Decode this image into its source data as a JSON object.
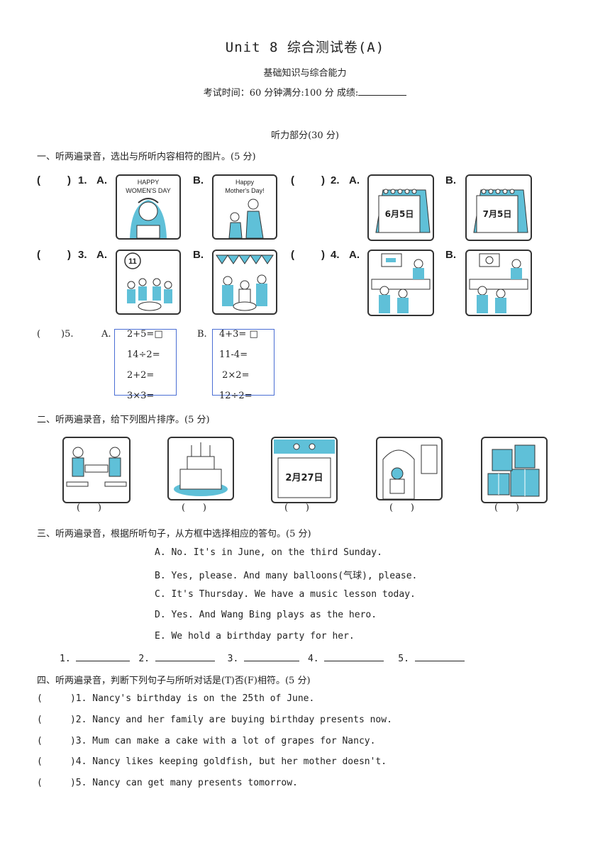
{
  "header": {
    "title": "Unit 8 综合测试卷(A)",
    "subtitle": "基础知识与综合能力",
    "exam_info": "考试时间：60 分钟满分:100 分 成绩:"
  },
  "listening_title": "听力部分(30 分)",
  "part1": {
    "heading": "一、听两遍录音，选出与所听内容相符的图片。(5 分)",
    "paren": "(",
    "paren_close": ")",
    "q1": {
      "num": "1.",
      "a": "A.",
      "b": "B.",
      "a_text1": "HAPPY",
      "a_text2": "WOMEN'S DAY",
      "b_text1": "Happy",
      "b_text2": "Mother's Day!"
    },
    "q2": {
      "num": "2.",
      "a": "A.",
      "b": "B.",
      "a_date": "6月5日",
      "b_date": "7月5日"
    },
    "q3": {
      "num": "3.",
      "a": "A.",
      "b": "B.",
      "a_badge": "11"
    },
    "q4": {
      "num": "4.",
      "a": "A.",
      "b": "B."
    },
    "q5": {
      "num": ")5.",
      "a": "A.",
      "b": "B.",
      "a_lines": [
        "2+5=□",
        "14÷2=",
        "2+2=",
        "3×3="
      ],
      "b_lines": [
        "4+3= □",
        "11-4=",
        " 2×2=",
        "12÷2="
      ]
    }
  },
  "part2": {
    "heading": "二、听两遍录音，给下列图片排序。(5 分)",
    "calendar_date": "2月27日",
    "paren": "(      )"
  },
  "part3": {
    "heading": "三、听两遍录音，根据所听句子，从方框中选择相应的答句。(5 分)",
    "choices": [
      "A. No. It's in June, on the third Sunday.",
      "B. Yes, please. And many balloons(气球), please.",
      "C. It's Thursday. We have a music lesson today.",
      "D. Yes. And Wang Bing plays as the hero.",
      "E. We hold a birthday party for her."
    ],
    "blank_nums": [
      "1.",
      "2.",
      "3.",
      "4.",
      "5."
    ]
  },
  "part4": {
    "heading": "四、听两遍录音，判断下列句子与所听对话是(T)否(F)相符。(5 分)",
    "items": [
      "(     )1. Nancy's birthday is on the 25th of June.",
      "(     )2. Nancy and her family are buying birthday presents now.",
      "(     )3. Mum can make a cake with a lot of grapes for Nancy.",
      "(     )4. Nancy likes keeping goldfish, but her mother doesn't.",
      "(     )5. Nancy can get many presents tomorrow."
    ]
  },
  "colors": {
    "accent": "#5fc0d8",
    "box": "#4a6ed4",
    "text": "#222222"
  }
}
